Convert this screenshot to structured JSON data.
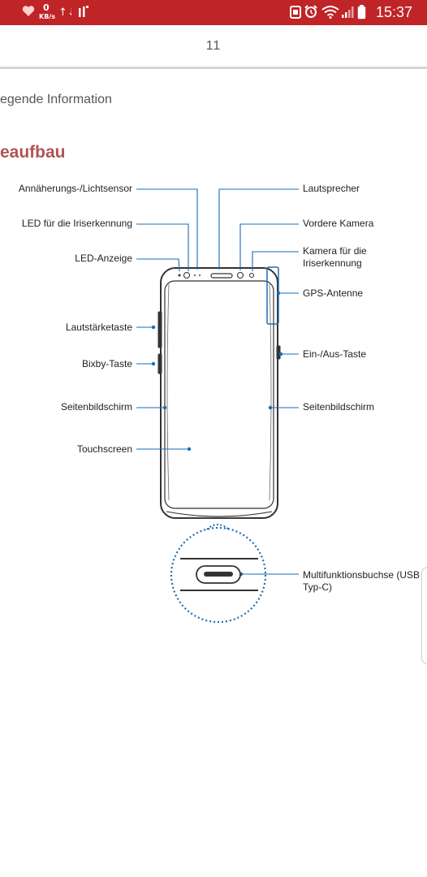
{
  "status_bar": {
    "data_rate": "0",
    "data_rate_unit": "KB/s",
    "time": "15:37",
    "icons": [
      "heart-icon",
      "data-speed",
      "sync-icon",
      "signal-alt-icon",
      "alarm-icon",
      "wifi-icon",
      "cell-signal-icon",
      "battery-icon"
    ]
  },
  "page": {
    "number": "11",
    "section": "egende Information",
    "heading": "eaufbau"
  },
  "labels": {
    "left": {
      "prox_sensor": "Annäherungs-/Lichtsensor",
      "iris_led": "LED für die Iriserkennung",
      "led_indicator": "LED-Anzeige",
      "volume_key": "Lautstärketaste",
      "bixby_key": "Bixby-Taste",
      "edge_screen": "Seitenbildschirm",
      "touchscreen": "Touchscreen"
    },
    "right": {
      "speaker": "Lautsprecher",
      "front_camera": "Vordere Kamera",
      "iris_camera_line1": "Kamera für die",
      "iris_camera_line2": "Iriserkennung",
      "gps_antenna": "GPS-Antenne",
      "power_key": "Ein-/Aus-Taste",
      "edge_screen": "Seitenbildschirm",
      "usb_line1": "Multifunktionsbuchse (USB",
      "usb_line2": "Typ-C)"
    }
  },
  "colors": {
    "status_bar": "#bf2426",
    "heading": "#b15454",
    "callout": "#1a6db5"
  }
}
